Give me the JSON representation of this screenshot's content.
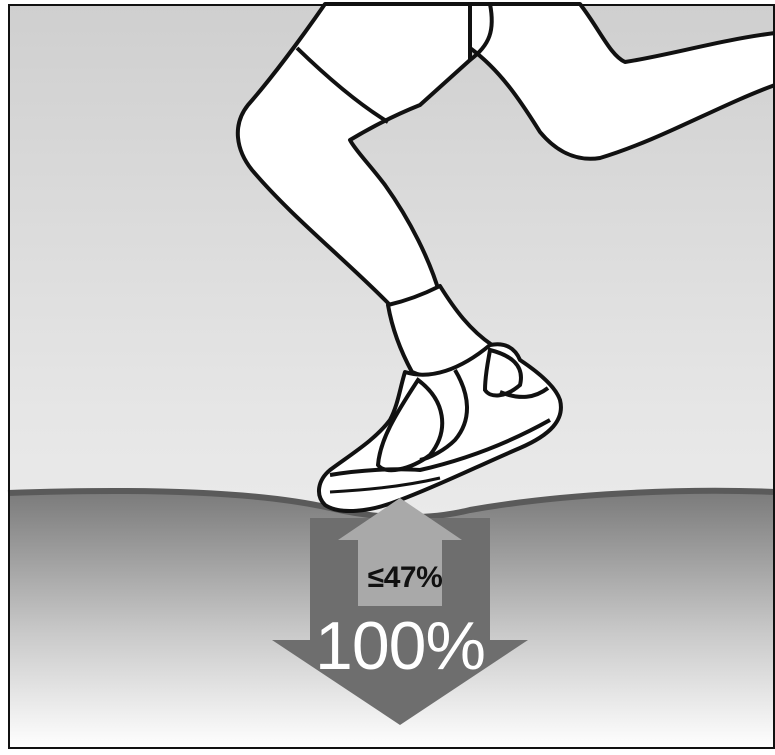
{
  "labels": {
    "return_force": "≤47%",
    "impact_force": "100%"
  },
  "colors": {
    "ground_dark": "#7c7c7c",
    "down_arrow": "#6e6e6e",
    "up_arrow": "#a9a9a9",
    "outline": "#111111"
  },
  "icons": {
    "runner": "running-legs-illustration",
    "shoe": "running-shoe-icon",
    "down": "arrow-down-icon",
    "up": "arrow-up-icon"
  }
}
